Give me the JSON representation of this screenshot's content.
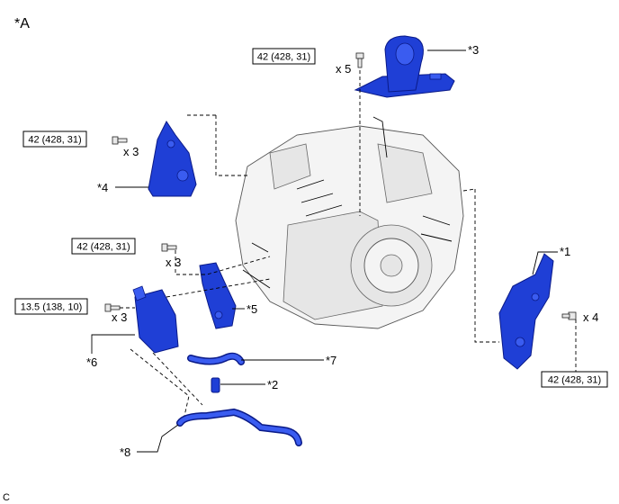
{
  "figure_id": "*A",
  "corner_mark": "C",
  "callouts": {
    "c1": "*1",
    "c2": "*2",
    "c3": "*3",
    "c4": "*4",
    "c5": "*5",
    "c6": "*6",
    "c7": "*7",
    "c8": "*8"
  },
  "torque_specs": {
    "t_top": "42 (428, 31)",
    "t_left_upper": "42 (428, 31)",
    "t_left_mid": "42 (428, 31)",
    "t_left_low": "13.5 (138, 10)",
    "t_right": "42 (428, 31)"
  },
  "quantities": {
    "q_top": "x 5",
    "q_left_upper": "x 3",
    "q_left_mid": "x 3",
    "q_left_low": "x 3",
    "q_right": "x 4"
  },
  "colors": {
    "part_fill": "#1f3fd6",
    "part_outline": "#0a1a88",
    "assembly_fill": "#f4f4f4"
  }
}
